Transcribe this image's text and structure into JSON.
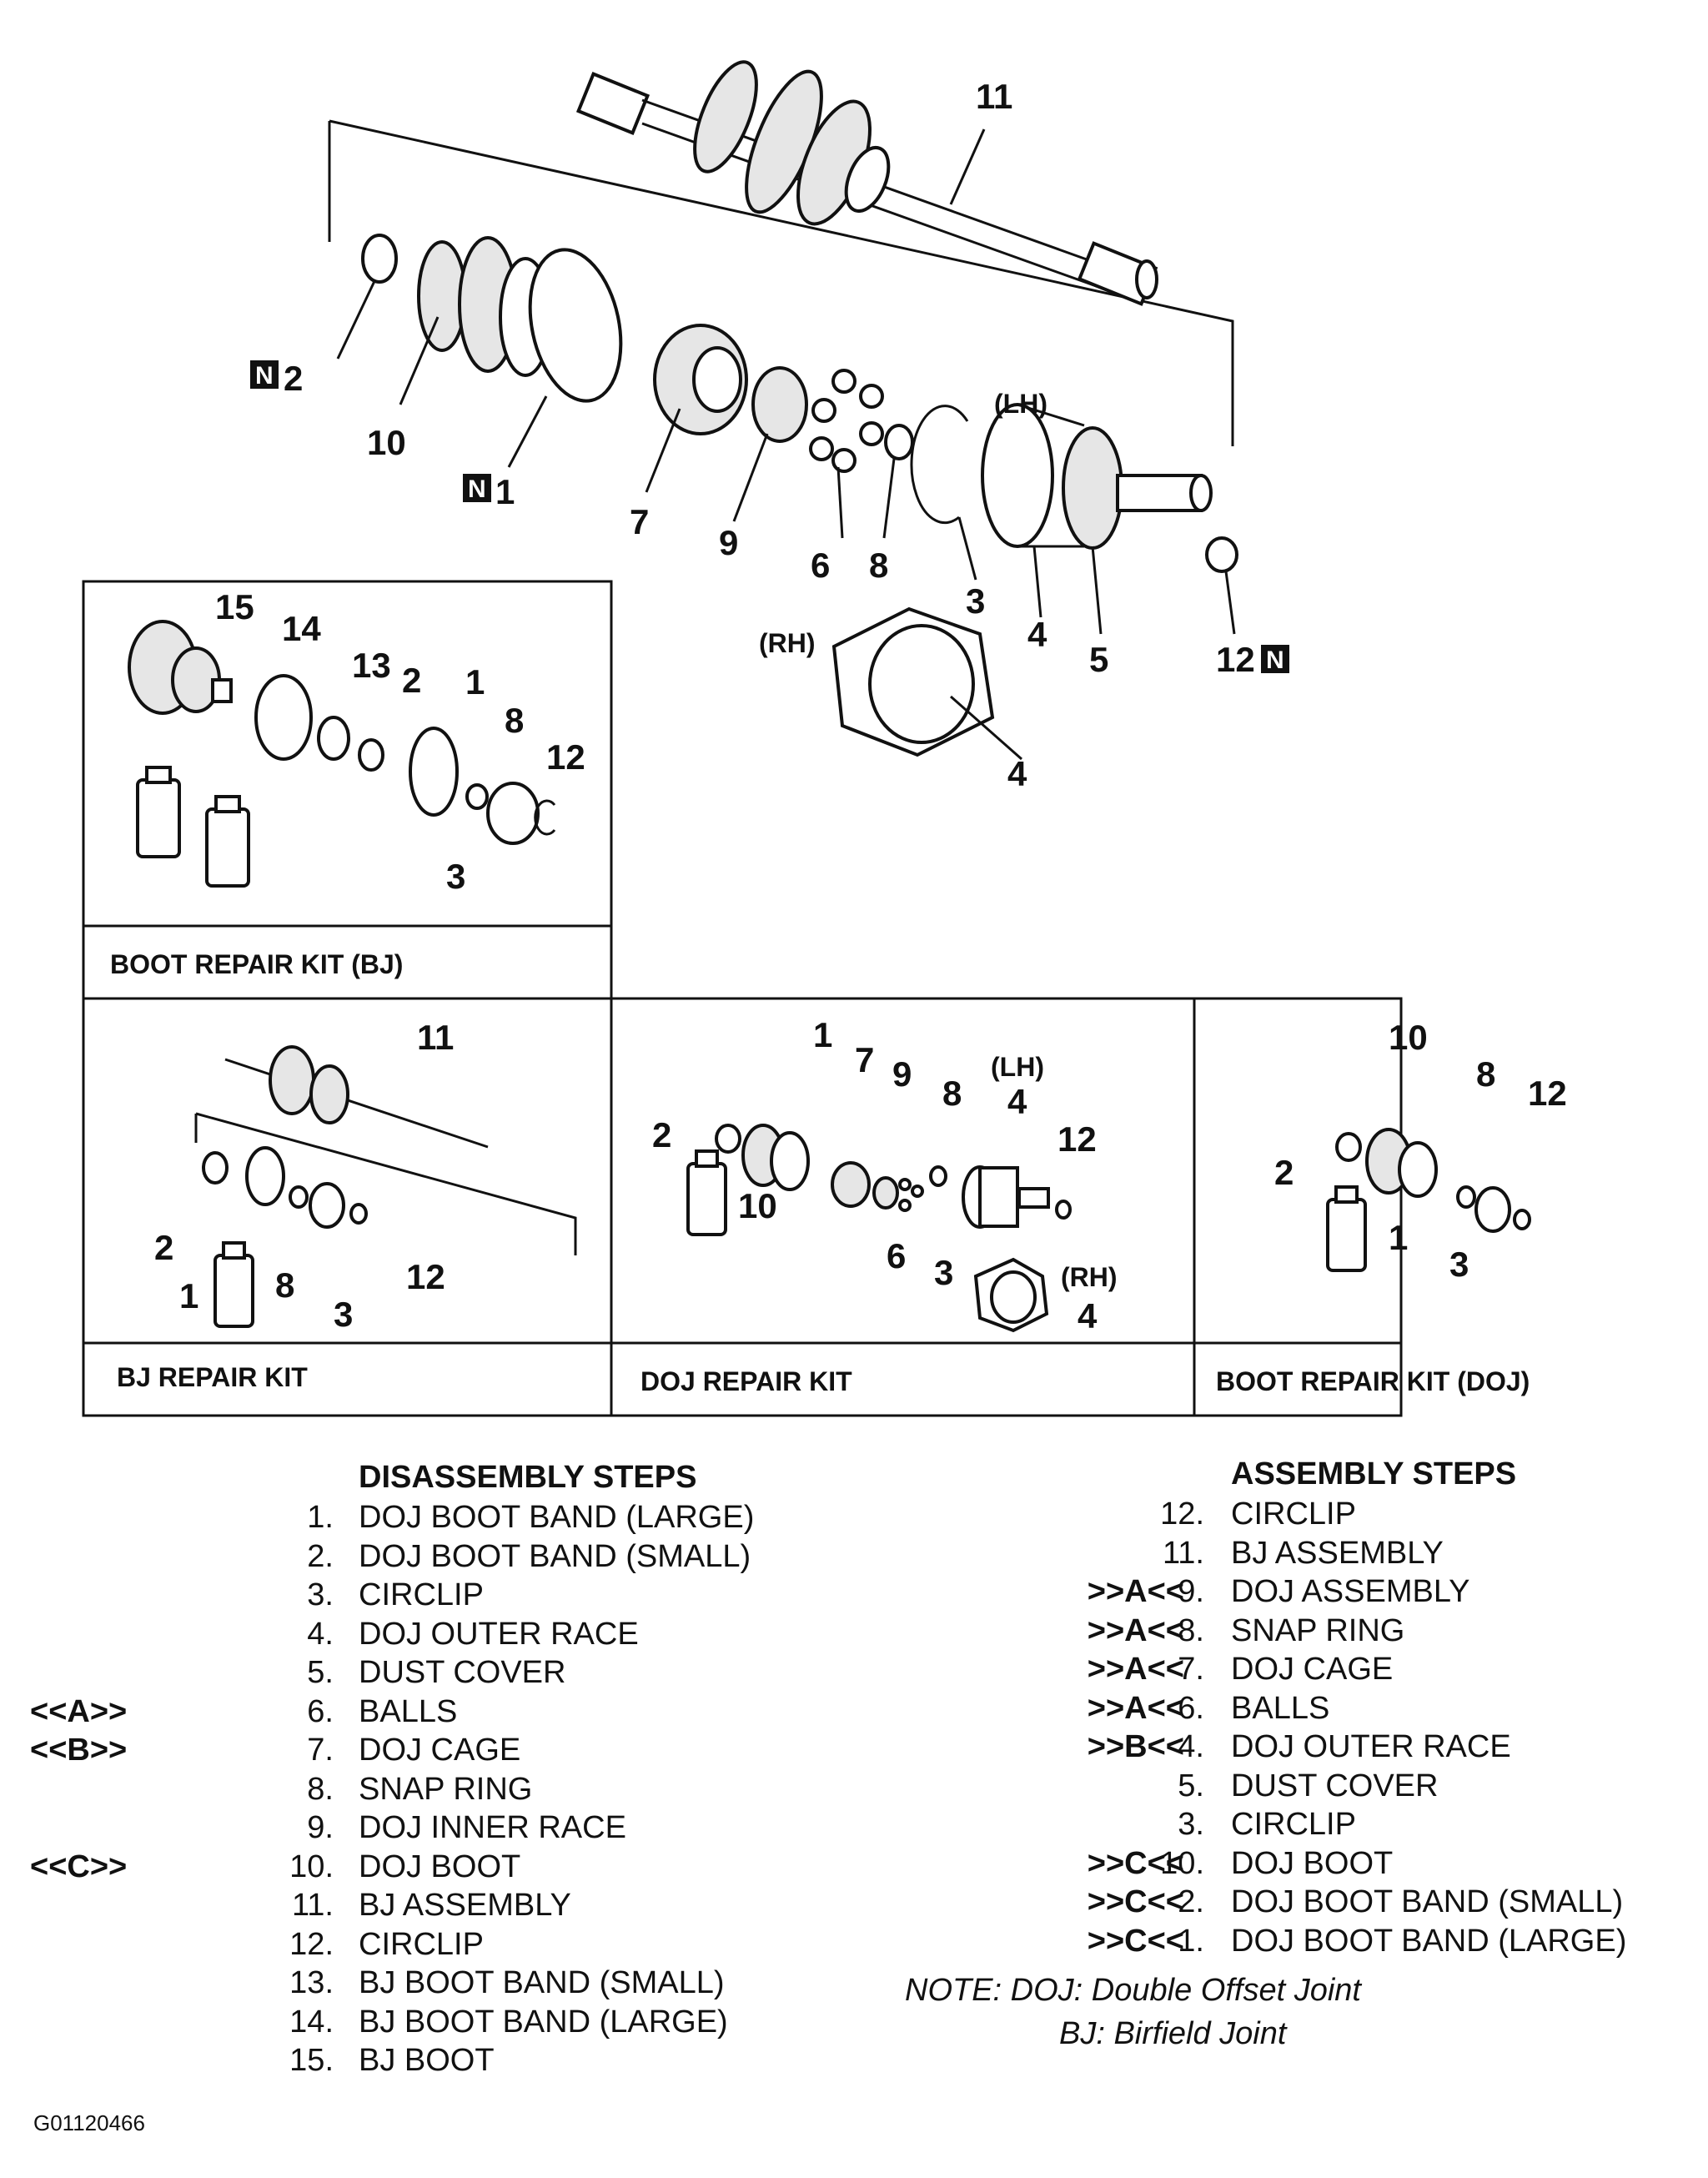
{
  "callouts": {
    "c11": "11",
    "c2": "2",
    "c10": "10",
    "c1": "1",
    "c7": "7",
    "c9": "9",
    "c6": "6",
    "c8": "8",
    "c3": "3",
    "c4": "4",
    "c5": "5",
    "c12": "12",
    "c4rh": "4",
    "lh": "(LH)",
    "rh": "(RH)",
    "n": "N"
  },
  "kits": {
    "boot_bj": {
      "label": "BOOT REPAIR KIT (BJ)",
      "callouts": [
        "15",
        "14",
        "13",
        "2",
        "1",
        "8",
        "12",
        "3"
      ]
    },
    "bj": {
      "label": "BJ REPAIR KIT",
      "callouts": [
        "11",
        "2",
        "1",
        "8",
        "3",
        "12"
      ]
    },
    "doj": {
      "label": "DOJ REPAIR KIT",
      "callouts": [
        "1",
        "7",
        "9",
        "(LH)",
        "8",
        "4",
        "2",
        "12",
        "10",
        "6",
        "3",
        "(RH)",
        "4"
      ]
    },
    "boot_doj": {
      "label": "BOOT REPAIR KIT (DOJ)",
      "callouts": [
        "10",
        "8",
        "12",
        "2",
        "1",
        "3"
      ]
    }
  },
  "disassembly": {
    "title": "DISASSEMBLY STEPS",
    "steps": [
      {
        "mark": "",
        "num": "1.",
        "name": "DOJ BOOT BAND (LARGE)"
      },
      {
        "mark": "",
        "num": "2.",
        "name": "DOJ BOOT BAND (SMALL)"
      },
      {
        "mark": "",
        "num": "3.",
        "name": "CIRCLIP"
      },
      {
        "mark": "",
        "num": "4.",
        "name": "DOJ OUTER RACE"
      },
      {
        "mark": "",
        "num": "5.",
        "name": "DUST COVER"
      },
      {
        "mark": "<<A>>",
        "num": "6.",
        "name": "BALLS"
      },
      {
        "mark": "<<B>>",
        "num": "7.",
        "name": "DOJ CAGE"
      },
      {
        "mark": "",
        "num": "8.",
        "name": "SNAP RING"
      },
      {
        "mark": "",
        "num": "9.",
        "name": "DOJ INNER RACE"
      },
      {
        "mark": "<<C>>",
        "num": "10.",
        "name": "DOJ BOOT"
      },
      {
        "mark": "",
        "num": "11.",
        "name": "BJ ASSEMBLY"
      },
      {
        "mark": "",
        "num": "12.",
        "name": "CIRCLIP"
      },
      {
        "mark": "",
        "num": "13.",
        "name": "BJ BOOT BAND (SMALL)"
      },
      {
        "mark": "",
        "num": "14.",
        "name": "BJ BOOT BAND (LARGE)"
      },
      {
        "mark": "",
        "num": "15.",
        "name": "BJ BOOT"
      }
    ]
  },
  "assembly": {
    "title": "ASSEMBLY STEPS",
    "steps": [
      {
        "mark": "",
        "num": "12.",
        "name": "CIRCLIP"
      },
      {
        "mark": "",
        "num": "11.",
        "name": "BJ ASSEMBLY"
      },
      {
        "mark": ">>A<<",
        "num": "9.",
        "name": "DOJ ASSEMBLY"
      },
      {
        "mark": ">>A<<",
        "num": "8.",
        "name": "SNAP RING"
      },
      {
        "mark": ">>A<<",
        "num": "7.",
        "name": "DOJ CAGE"
      },
      {
        "mark": ">>A<<",
        "num": "6.",
        "name": "BALLS"
      },
      {
        "mark": ">>B<<",
        "num": "4.",
        "name": "DOJ OUTER RACE"
      },
      {
        "mark": "",
        "num": "5.",
        "name": "DUST COVER"
      },
      {
        "mark": "",
        "num": "3.",
        "name": "CIRCLIP"
      },
      {
        "mark": ">>C<<",
        "num": "10.",
        "name": "DOJ BOOT"
      },
      {
        "mark": ">>C<<",
        "num": "2.",
        "name": "DOJ BOOT BAND (SMALL)"
      },
      {
        "mark": ">>C<<",
        "num": "1.",
        "name": "DOJ BOOT BAND (LARGE)"
      }
    ]
  },
  "note": {
    "line1": "NOTE: DOJ: Double Offset Joint",
    "line2": "BJ: Birfield Joint"
  },
  "figure_id": "G01120466"
}
